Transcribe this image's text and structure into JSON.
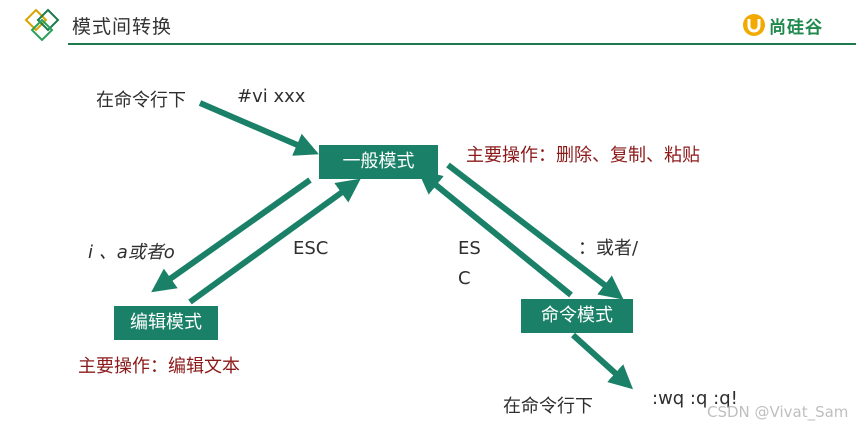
{
  "header": {
    "title": "模式间转换",
    "brand": "尚硅谷",
    "accent_color": "#1d7a4d"
  },
  "nodes": {
    "normal": "一般模式",
    "edit": "编辑模式",
    "command": "命令模式"
  },
  "labels": {
    "cmdline_top": "在命令行下",
    "vi_command": "#vi xxx",
    "normal_ops": "主要操作：删除、复制、粘贴",
    "to_edit": "i 、a或者o",
    "esc_left": "ESC",
    "esc_right_1": "ES",
    "esc_right_2": "C",
    "to_command": "：或者/",
    "edit_ops": "主要操作：编辑文本",
    "cmdline_bottom": "在命令行下",
    "quit_commands": ":wq  :q  :q!",
    "watermark": "CSDN @Vivat_Sam"
  },
  "colors": {
    "node_fill": "#1a8168",
    "arrow": "#1a8168",
    "operation_text": "#8b1a1a"
  }
}
